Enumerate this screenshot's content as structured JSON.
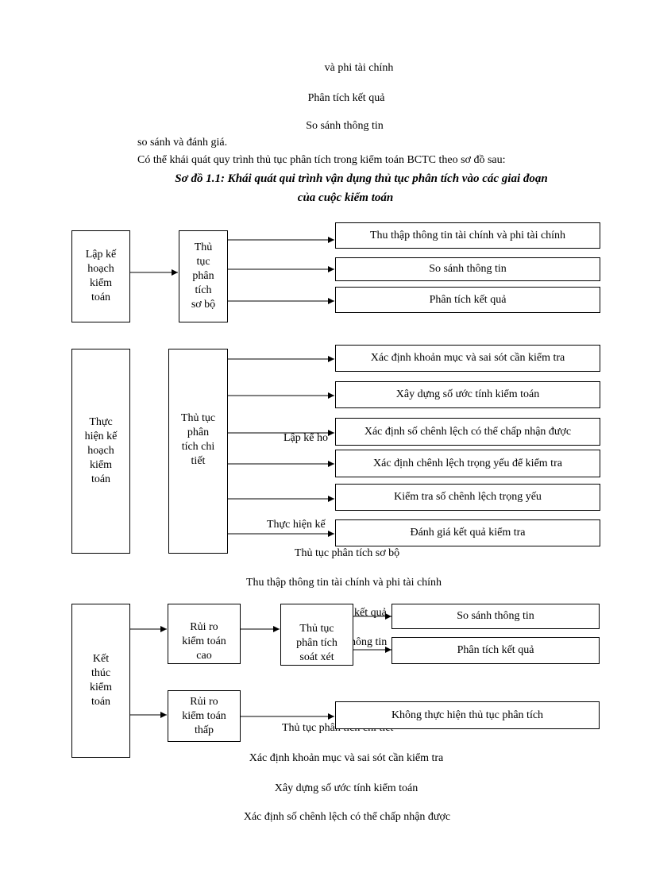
{
  "bg_lines": {
    "l1": "và phi tài chính",
    "l2": "Phân tích kết quả",
    "l3": "So sánh thông tin",
    "l4": "Lập kế ho",
    "l5": "Thực hiện kế",
    "l6": "Thủ tục phân tích sơ bộ",
    "l7": "Thu thập thông tin tài chính  và phi tài chính",
    "l8": "kết quả",
    "l9": "hông tin",
    "l10": "Thủ tục phân tích chi tiết",
    "l11": "Xác định khoản mục và sai sót cần kiểm tra",
    "l12": "Xây dựng số ước tính kiểm toán",
    "l13": "Xác định số chênh lệch có thể chấp nhận được"
  },
  "body": {
    "p1": "so sánh và đánh giá.",
    "p2": "Có thể khái quát quy trình thủ tục phân tích trong kiểm toán BCTC theo sơ đồ sau:",
    "title1": "Sơ đồ 1.1: Khái quát qui trình vận dụng thủ tục phân tích vào các giai đoạn",
    "title2": "của cuộc kiểm toán"
  },
  "diagram": {
    "s1": {
      "phase": "Lập kế\nhoạch\nkiểm\ntoán",
      "proc": "Thủ\ntục\nphân\ntích\nsơ bộ",
      "steps": [
        "Thu thập thông tin tài chính  và phi tài chính",
        "So sánh thông tin",
        "Phân tích kết quả"
      ]
    },
    "s2": {
      "phase": "Thực\nhiện kế\nhoạch\nkiểm\ntoán",
      "proc": "Thủ tục\nphân\ntích chi\ntiết",
      "steps": [
        "Xác định khoản mục và sai sót cần kiểm tra",
        "Xây dựng số ước tính kiểm toán",
        "Xác định số chênh lệch có thể chấp nhận  được",
        "Xác định chênh lệch trọng yếu để kiểm tra",
        "Kiểm tra số chênh lệch trọng yếu",
        "Đánh giá kết quả kiểm tra"
      ]
    },
    "s3": {
      "phase": "Kết\nthúc\nkiểm\ntoán",
      "high": "Rủi ro\nkiểm toán\ncao",
      "review": "Thủ tục\nphân tích\nsoát xét",
      "review_steps": [
        "So sánh thông tin",
        "Phân tích kết quả"
      ],
      "low": "Rủi ro\nkiểm toán\nthấp",
      "low_step": "Không thực hiện thủ tục phân tích"
    }
  }
}
